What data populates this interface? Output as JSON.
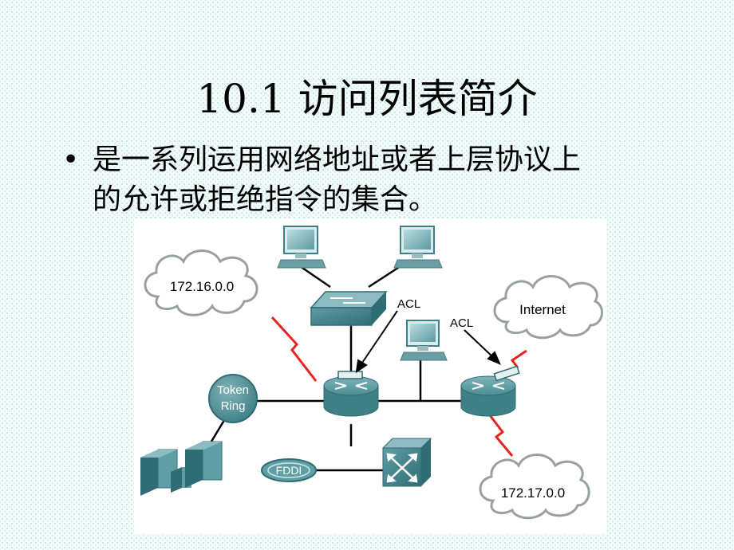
{
  "slide": {
    "title": "10.1 访问列表简介",
    "bullet_symbol": "•",
    "bullet_lines": [
      "是一系列运用网络地址或者上层协议上",
      "的允许或拒绝指令的集合。"
    ]
  },
  "diagram": {
    "clouds": {
      "left": "172.16.0.0",
      "internet": "Internet",
      "bottom": "172.17.0.0"
    },
    "acl_labels": [
      "ACL",
      "ACL"
    ],
    "token_ring": [
      "Token",
      "Ring"
    ],
    "fddi": "FDDI",
    "colors": {
      "serial_link": "#e52421",
      "device_teal": "#3f7f86",
      "cloud_fill": "#ffffff",
      "cloud_stroke": "#9aa0a2"
    }
  }
}
